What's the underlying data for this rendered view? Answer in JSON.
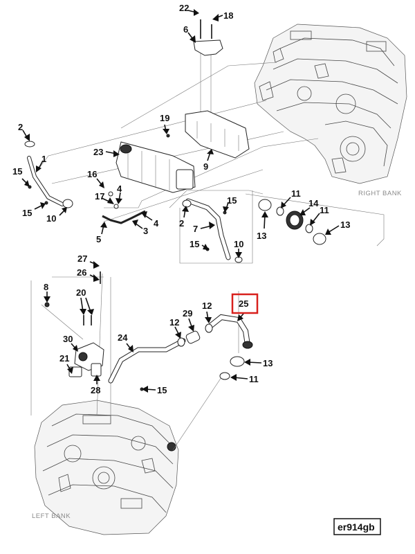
{
  "callouts": [
    {
      "id": "c22",
      "label": "22"
    },
    {
      "id": "c18",
      "label": "18"
    },
    {
      "id": "c6",
      "label": "6"
    },
    {
      "id": "c19",
      "label": "19"
    },
    {
      "id": "c2a",
      "label": "2"
    },
    {
      "id": "c1",
      "label": "1"
    },
    {
      "id": "c23",
      "label": "23"
    },
    {
      "id": "c9",
      "label": "9"
    },
    {
      "id": "c15a",
      "label": "15"
    },
    {
      "id": "c16",
      "label": "16"
    },
    {
      "id": "c4a",
      "label": "4"
    },
    {
      "id": "c17",
      "label": "17"
    },
    {
      "id": "c15b",
      "label": "15"
    },
    {
      "id": "c10a",
      "label": "10"
    },
    {
      "id": "c4b",
      "label": "4"
    },
    {
      "id": "c3",
      "label": "3"
    },
    {
      "id": "c5",
      "label": "5"
    },
    {
      "id": "c2b",
      "label": "2"
    },
    {
      "id": "c7",
      "label": "7"
    },
    {
      "id": "c15c",
      "label": "15"
    },
    {
      "id": "c15d",
      "label": "15"
    },
    {
      "id": "c10b",
      "label": "10"
    },
    {
      "id": "c11a",
      "label": "11"
    },
    {
      "id": "c14",
      "label": "14"
    },
    {
      "id": "c11b",
      "label": "11"
    },
    {
      "id": "c13a",
      "label": "13"
    },
    {
      "id": "c13b",
      "label": "13"
    },
    {
      "id": "c27",
      "label": "27"
    },
    {
      "id": "c26",
      "label": "26"
    },
    {
      "id": "c8",
      "label": "8"
    },
    {
      "id": "c20",
      "label": "20"
    },
    {
      "id": "c25",
      "label": "25"
    },
    {
      "id": "c12a",
      "label": "12"
    },
    {
      "id": "c29",
      "label": "29"
    },
    {
      "id": "c12b",
      "label": "12"
    },
    {
      "id": "c24",
      "label": "24"
    },
    {
      "id": "c30",
      "label": "30"
    },
    {
      "id": "c21",
      "label": "21"
    },
    {
      "id": "c28",
      "label": "28"
    },
    {
      "id": "c15e",
      "label": "15"
    },
    {
      "id": "c13c",
      "label": "13"
    },
    {
      "id": "c11c",
      "label": "11"
    }
  ],
  "labels": {
    "right_bank": "RIGHT BANK",
    "left_bank": "LEFT BANK",
    "diagram_code": "er914gb"
  },
  "highlight": {
    "callout": "25",
    "color": "#d8201c"
  }
}
